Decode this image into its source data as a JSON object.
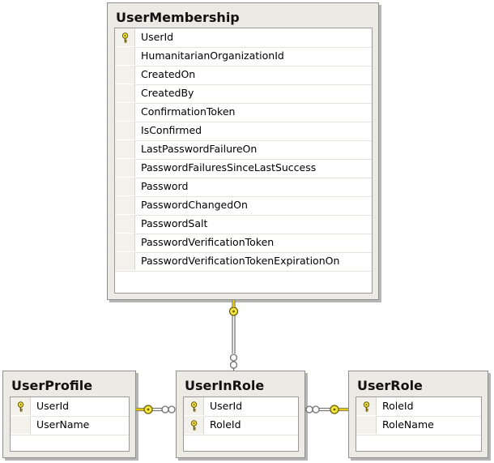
{
  "tables": {
    "user_membership": {
      "title": "UserMembership",
      "columns": [
        "UserId",
        "HumanitarianOrganizationId",
        "CreatedOn",
        "CreatedBy",
        "ConfirmationToken",
        "IsConfirmed",
        "LastPasswordFailureOn",
        "PasswordFailuresSinceLastSuccess",
        "Password",
        "PasswordChangedOn",
        "PasswordSalt",
        "PasswordVerificationToken",
        "PasswordVerificationTokenExpirationOn"
      ],
      "primary_keys": [
        "UserId"
      ]
    },
    "user_profile": {
      "title": "UserProfile",
      "columns": [
        "UserId",
        "UserName"
      ],
      "primary_keys": [
        "UserId"
      ]
    },
    "user_in_role": {
      "title": "UserInRole",
      "columns": [
        "UserId",
        "RoleId"
      ],
      "primary_keys": [
        "UserId",
        "RoleId"
      ]
    },
    "user_role": {
      "title": "UserRole",
      "columns": [
        "RoleId",
        "RoleName"
      ],
      "primary_keys": [
        "RoleId"
      ]
    }
  },
  "relationships": [
    {
      "from": "UserMembership",
      "to": "UserInRole",
      "from_end": "one",
      "to_end": "many"
    },
    {
      "from": "UserProfile",
      "to": "UserInRole",
      "from_end": "one",
      "to_end": "many"
    },
    {
      "from": "UserRole",
      "to": "UserInRole",
      "from_end": "one",
      "to_end": "many"
    }
  ],
  "colors": {
    "key_icon": "#f2e640",
    "relationship_line": "#7a7a7a"
  }
}
